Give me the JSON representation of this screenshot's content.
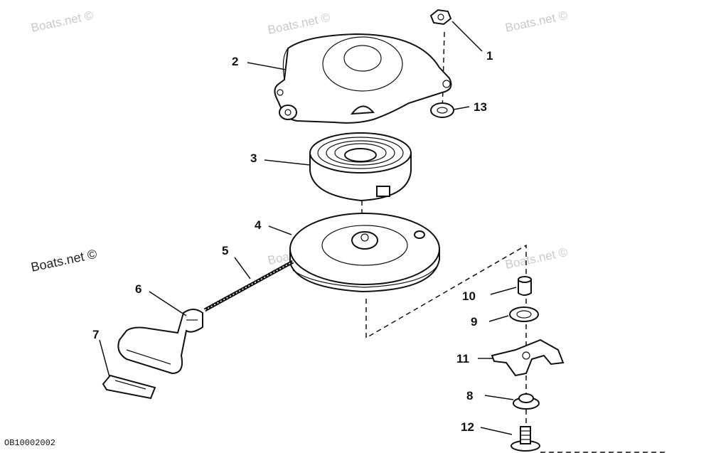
{
  "watermark": {
    "text": "Boats.net ©"
  },
  "drawing_code": "OB10002002",
  "callouts": [
    {
      "id": "1",
      "label": "1"
    },
    {
      "id": "2",
      "label": "2"
    },
    {
      "id": "3",
      "label": "3"
    },
    {
      "id": "4",
      "label": "4"
    },
    {
      "id": "5",
      "label": "5"
    },
    {
      "id": "6",
      "label": "6"
    },
    {
      "id": "7",
      "label": "7"
    },
    {
      "id": "8",
      "label": "8"
    },
    {
      "id": "9",
      "label": "9"
    },
    {
      "id": "10",
      "label": "10"
    },
    {
      "id": "11",
      "label": "11"
    },
    {
      "id": "12",
      "label": "12"
    },
    {
      "id": "13",
      "label": "13"
    }
  ]
}
